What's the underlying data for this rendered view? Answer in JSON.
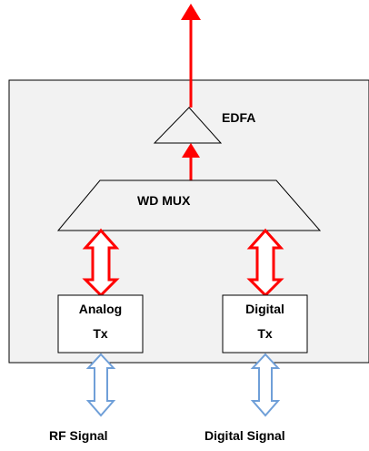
{
  "blocks": {
    "amplifier": "EDFA",
    "multiplexer": "WD MUX",
    "analog_tx": {
      "name": "Analog",
      "sub": "Tx"
    },
    "digital_tx": {
      "name": "Digital",
      "sub": "Tx"
    }
  },
  "inputs": {
    "rf": "RF Signal",
    "digital": "Digital Signal"
  },
  "colors": {
    "optical_arrow": "#ff0000",
    "electrical_arrow": "#6f9fd8",
    "enclosure_fill": "#f2f2f2"
  }
}
